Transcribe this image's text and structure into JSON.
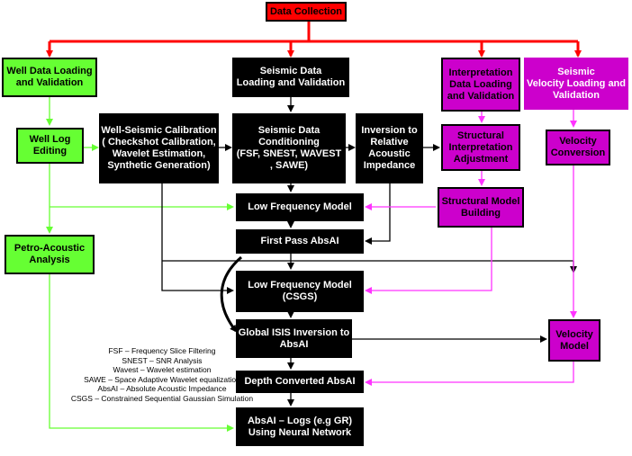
{
  "nodes": {
    "data_collection": "Data Collection",
    "well_data": "Well Data Loading\nand Validation",
    "seismic_data": "Seismic Data\nLoading and Validation",
    "interp_data": "Interpretation\nData Loading\nand Validation",
    "seismic_velocity": "Seismic\nVelocity Loading and\nValidation",
    "well_log": "Well Log\nEditing",
    "well_seismic": "Well-Seismic Calibration\n( Checkshot Calibration,\nWavelet Estimation,\nSynthetic Generation)",
    "seismic_cond": "Seismic Data\nConditioning\n(FSF, SNEST, WAVEST\n, SAWE)",
    "inversion_rel": "Inversion to\nRelative\nAcoustic\nImpedance",
    "struct_interp": "Structural\nInterpretation\nAdjustment",
    "velocity_conv": "Velocity\nConversion",
    "lfm1": "Low Frequency Model",
    "struct_model": "Structural Model\nBuilding",
    "petro": "Petro-Acoustic\nAnalysis",
    "first_pass": "First Pass AbsAI",
    "lfm2": "Low Frequency Model\n(CSGS)",
    "global_isis": "Global ISIS Inversion to\nAbsAI",
    "velocity_model": "Velocity\nModel",
    "depth_conv": "Depth Converted AbsAI",
    "absai_logs": "AbsAI – Logs (e.g GR)\nUsing Neural Network"
  },
  "legend": [
    "FSF – Frequency Slice Filtering",
    "SNEST – SNR Analysis",
    "Wavest – Wavelet estimation",
    "SAWE – Space Adaptive Wavelet equalization",
    "AbsAI – Absolute Acoustic Impedance",
    "CSGS – Constrained Sequential Gaussian Simulation"
  ],
  "colors": {
    "red": "#ff0000",
    "green": "#66ff33",
    "magenta": "#cc00cc",
    "black": "#000000"
  }
}
